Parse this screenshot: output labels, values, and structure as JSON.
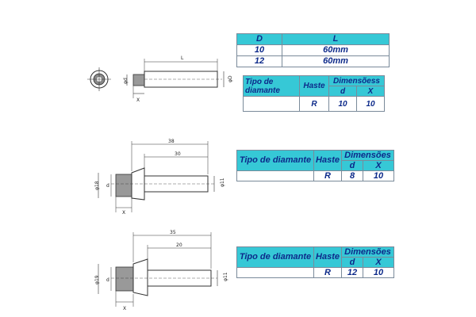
{
  "length_table": {
    "header": [
      "D",
      "L"
    ],
    "rows": [
      [
        "10",
        "60mm"
      ],
      [
        "12",
        "60mm"
      ]
    ]
  },
  "table1": {
    "col1": "Tipo de diamante",
    "col2": "Haste",
    "group": "Dimensõess",
    "sub": [
      "d",
      "X"
    ],
    "row": [
      "",
      "R",
      "10",
      "10"
    ]
  },
  "table2": {
    "col1": "Tipo de diamante",
    "col2": "Haste",
    "group": "Dimensões",
    "sub": [
      "d",
      "X"
    ],
    "row": [
      "",
      "R",
      "8",
      "10"
    ]
  },
  "table3": {
    "col1": "Tipo de diamante",
    "col2": "Haste",
    "group": "Dimensões",
    "sub": [
      "d",
      "X"
    ],
    "row": [
      "",
      "R",
      "12",
      "10"
    ]
  },
  "drawing1": {
    "L": "L",
    "phi_d": "φd",
    "phi_D": "φD",
    "X": "X"
  },
  "drawing2": {
    "dim_total": "38",
    "dim_shaft": "30",
    "phi_left": "φ18",
    "phi_right": "φ11",
    "d": "d",
    "X": "X"
  },
  "drawing3": {
    "dim_total": "35",
    "dim_shaft": "20",
    "phi_left": "φ19",
    "phi_right": "φ11",
    "d": "d",
    "X": "X"
  },
  "colors": {
    "table_cyan": "#36c8d6",
    "table_text": "#0d2a8a"
  }
}
